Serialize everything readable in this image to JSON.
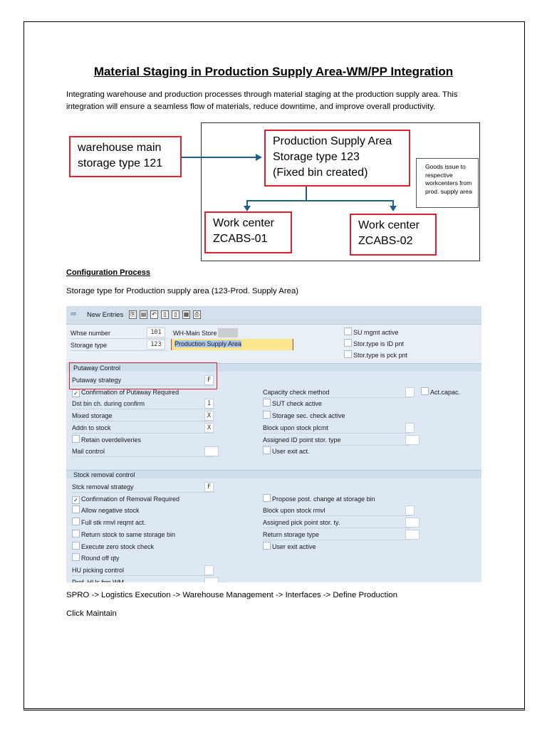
{
  "title": "Material Staging in Production Supply Area-WM/PP Integration",
  "intro": "Integrating warehouse and production processes through material staging at the production supply area. This integration will ensure a seamless flow of materials, reduce downtime, and improve overall productivity.",
  "diagram": {
    "warehouse": [
      "warehouse main",
      "storage type 121"
    ],
    "psa": [
      "Production Supply Area",
      "Storage type 123",
      "(Fixed bin created)"
    ],
    "wc1": [
      "Work center",
      "ZCABS-01"
    ],
    "wc2": [
      "Work center",
      "ZCABS-02"
    ],
    "note": "Goods issue to respective workcenters from prod. supply area",
    "colors": {
      "box": "#e0212b",
      "arrow": "#1f5f86"
    }
  },
  "config_heading": "Configuration Process",
  "storage_type_text": "Storage type for Production supply area (123-Prod. Supply Area)",
  "sap": {
    "toolbar": {
      "new_entries": "New Entries",
      "icons": [
        "copy-icon",
        "delete-icon",
        "undo-icon",
        "select-all-icon",
        "select-block-icon",
        "deselect-icon",
        "print-icon"
      ]
    },
    "header": {
      "whse_label": "Whse number",
      "whse_value": "101",
      "whse_desc": "WH-Main Store",
      "stype_label": "Storage type",
      "stype_value": "123",
      "stype_desc": "Production Supply Area",
      "checks": [
        {
          "label": "SU mgmt active",
          "checked": false
        },
        {
          "label": "Stor.type is ID pnt",
          "checked": false
        },
        {
          "label": "Stor.type is pck pnt",
          "checked": false
        }
      ]
    },
    "putaway": {
      "title": "Putaway Control",
      "left": [
        {
          "type": "field",
          "label": "Putaway strategy",
          "value": "F"
        },
        {
          "type": "check",
          "label": "Confirmation of Putaway Required",
          "checked": true
        },
        {
          "type": "field",
          "label": "Dst bin ch. during confirm",
          "value": "1"
        },
        {
          "type": "field",
          "label": "Mixed storage",
          "value": "X"
        },
        {
          "type": "field",
          "label": "Addn to stock",
          "value": "X"
        },
        {
          "type": "check",
          "label": "Retain overdeliveries",
          "checked": false
        },
        {
          "type": "field",
          "label": "Mail control",
          "value": "",
          "wide": true
        }
      ],
      "right": [
        null,
        {
          "type": "field",
          "label": "Capacity check method",
          "value": "",
          "extra_check": "Act.capac."
        },
        {
          "type": "check",
          "label": "SUT check active",
          "checked": false
        },
        {
          "type": "check",
          "label": "Storage sec. check active",
          "checked": false
        },
        {
          "type": "field",
          "label": "Block upon stock plcmt",
          "value": ""
        },
        {
          "type": "field",
          "label": "Assigned ID point stor. type",
          "value": "",
          "wide": true
        },
        {
          "type": "check",
          "label": "User exit act.",
          "checked": false
        }
      ]
    },
    "removal": {
      "title": "Stock removal control",
      "left": [
        {
          "type": "field",
          "label": "Stck removal strategy",
          "value": "F"
        },
        {
          "type": "check",
          "label": "Confirmation of Removal Required",
          "checked": true
        },
        {
          "type": "check",
          "label": "Allow negative stock",
          "checked": false
        },
        {
          "type": "check",
          "label": "Full stk rmvl reqmt act.",
          "checked": false
        },
        {
          "type": "check",
          "label": "Return stock to same storage bin",
          "checked": false
        },
        {
          "type": "check",
          "label": "Execute zero stock check",
          "checked": false
        },
        {
          "type": "check",
          "label": "Round off qty",
          "checked": false
        },
        {
          "type": "field",
          "label": "HU picking control",
          "value": ""
        },
        {
          "type": "field",
          "label": "Prof. HUs frm WM",
          "value": "",
          "wide": true
        }
      ],
      "right": [
        null,
        {
          "type": "check",
          "label": "Propose post. change at storage bin",
          "checked": false
        },
        {
          "type": "field",
          "label": "Block upon stock rmvl",
          "value": ""
        },
        {
          "type": "field",
          "label": "Assigned pick point stor. ty.",
          "value": "",
          "wide": true
        },
        {
          "type": "field",
          "label": "Return storage type",
          "value": "",
          "wide": true
        },
        {
          "type": "check",
          "label": "User exit active",
          "checked": false
        }
      ]
    }
  },
  "spro_path": "SPRO -> Logistics Execution -> Warehouse Management -> Interfaces -> Define Production",
  "click_text": "Click Maintain"
}
